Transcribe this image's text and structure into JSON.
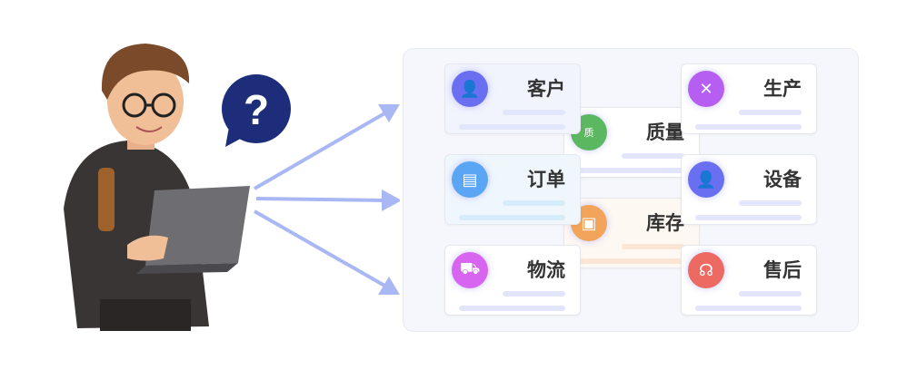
{
  "illustration": {
    "question_mark": "?"
  },
  "modules": [
    {
      "label": "客户",
      "icon": "user-icon",
      "color": "#6a6ff2"
    },
    {
      "label": "订单",
      "icon": "document-icon",
      "color": "#5aa6f4"
    },
    {
      "label": "物流",
      "icon": "truck-icon",
      "color": "#d865ef"
    },
    {
      "label": "质量",
      "icon": "shield-icon",
      "color": "#5cb860",
      "badge": "质"
    },
    {
      "label": "库存",
      "icon": "box-icon",
      "color": "#f2a45a"
    },
    {
      "label": "生产",
      "icon": "tools-icon",
      "color": "#b65ef2"
    },
    {
      "label": "设备",
      "icon": "user-icon",
      "color": "#6a6ff2"
    },
    {
      "label": "售后",
      "icon": "headset-icon",
      "color": "#ec6a62"
    }
  ]
}
